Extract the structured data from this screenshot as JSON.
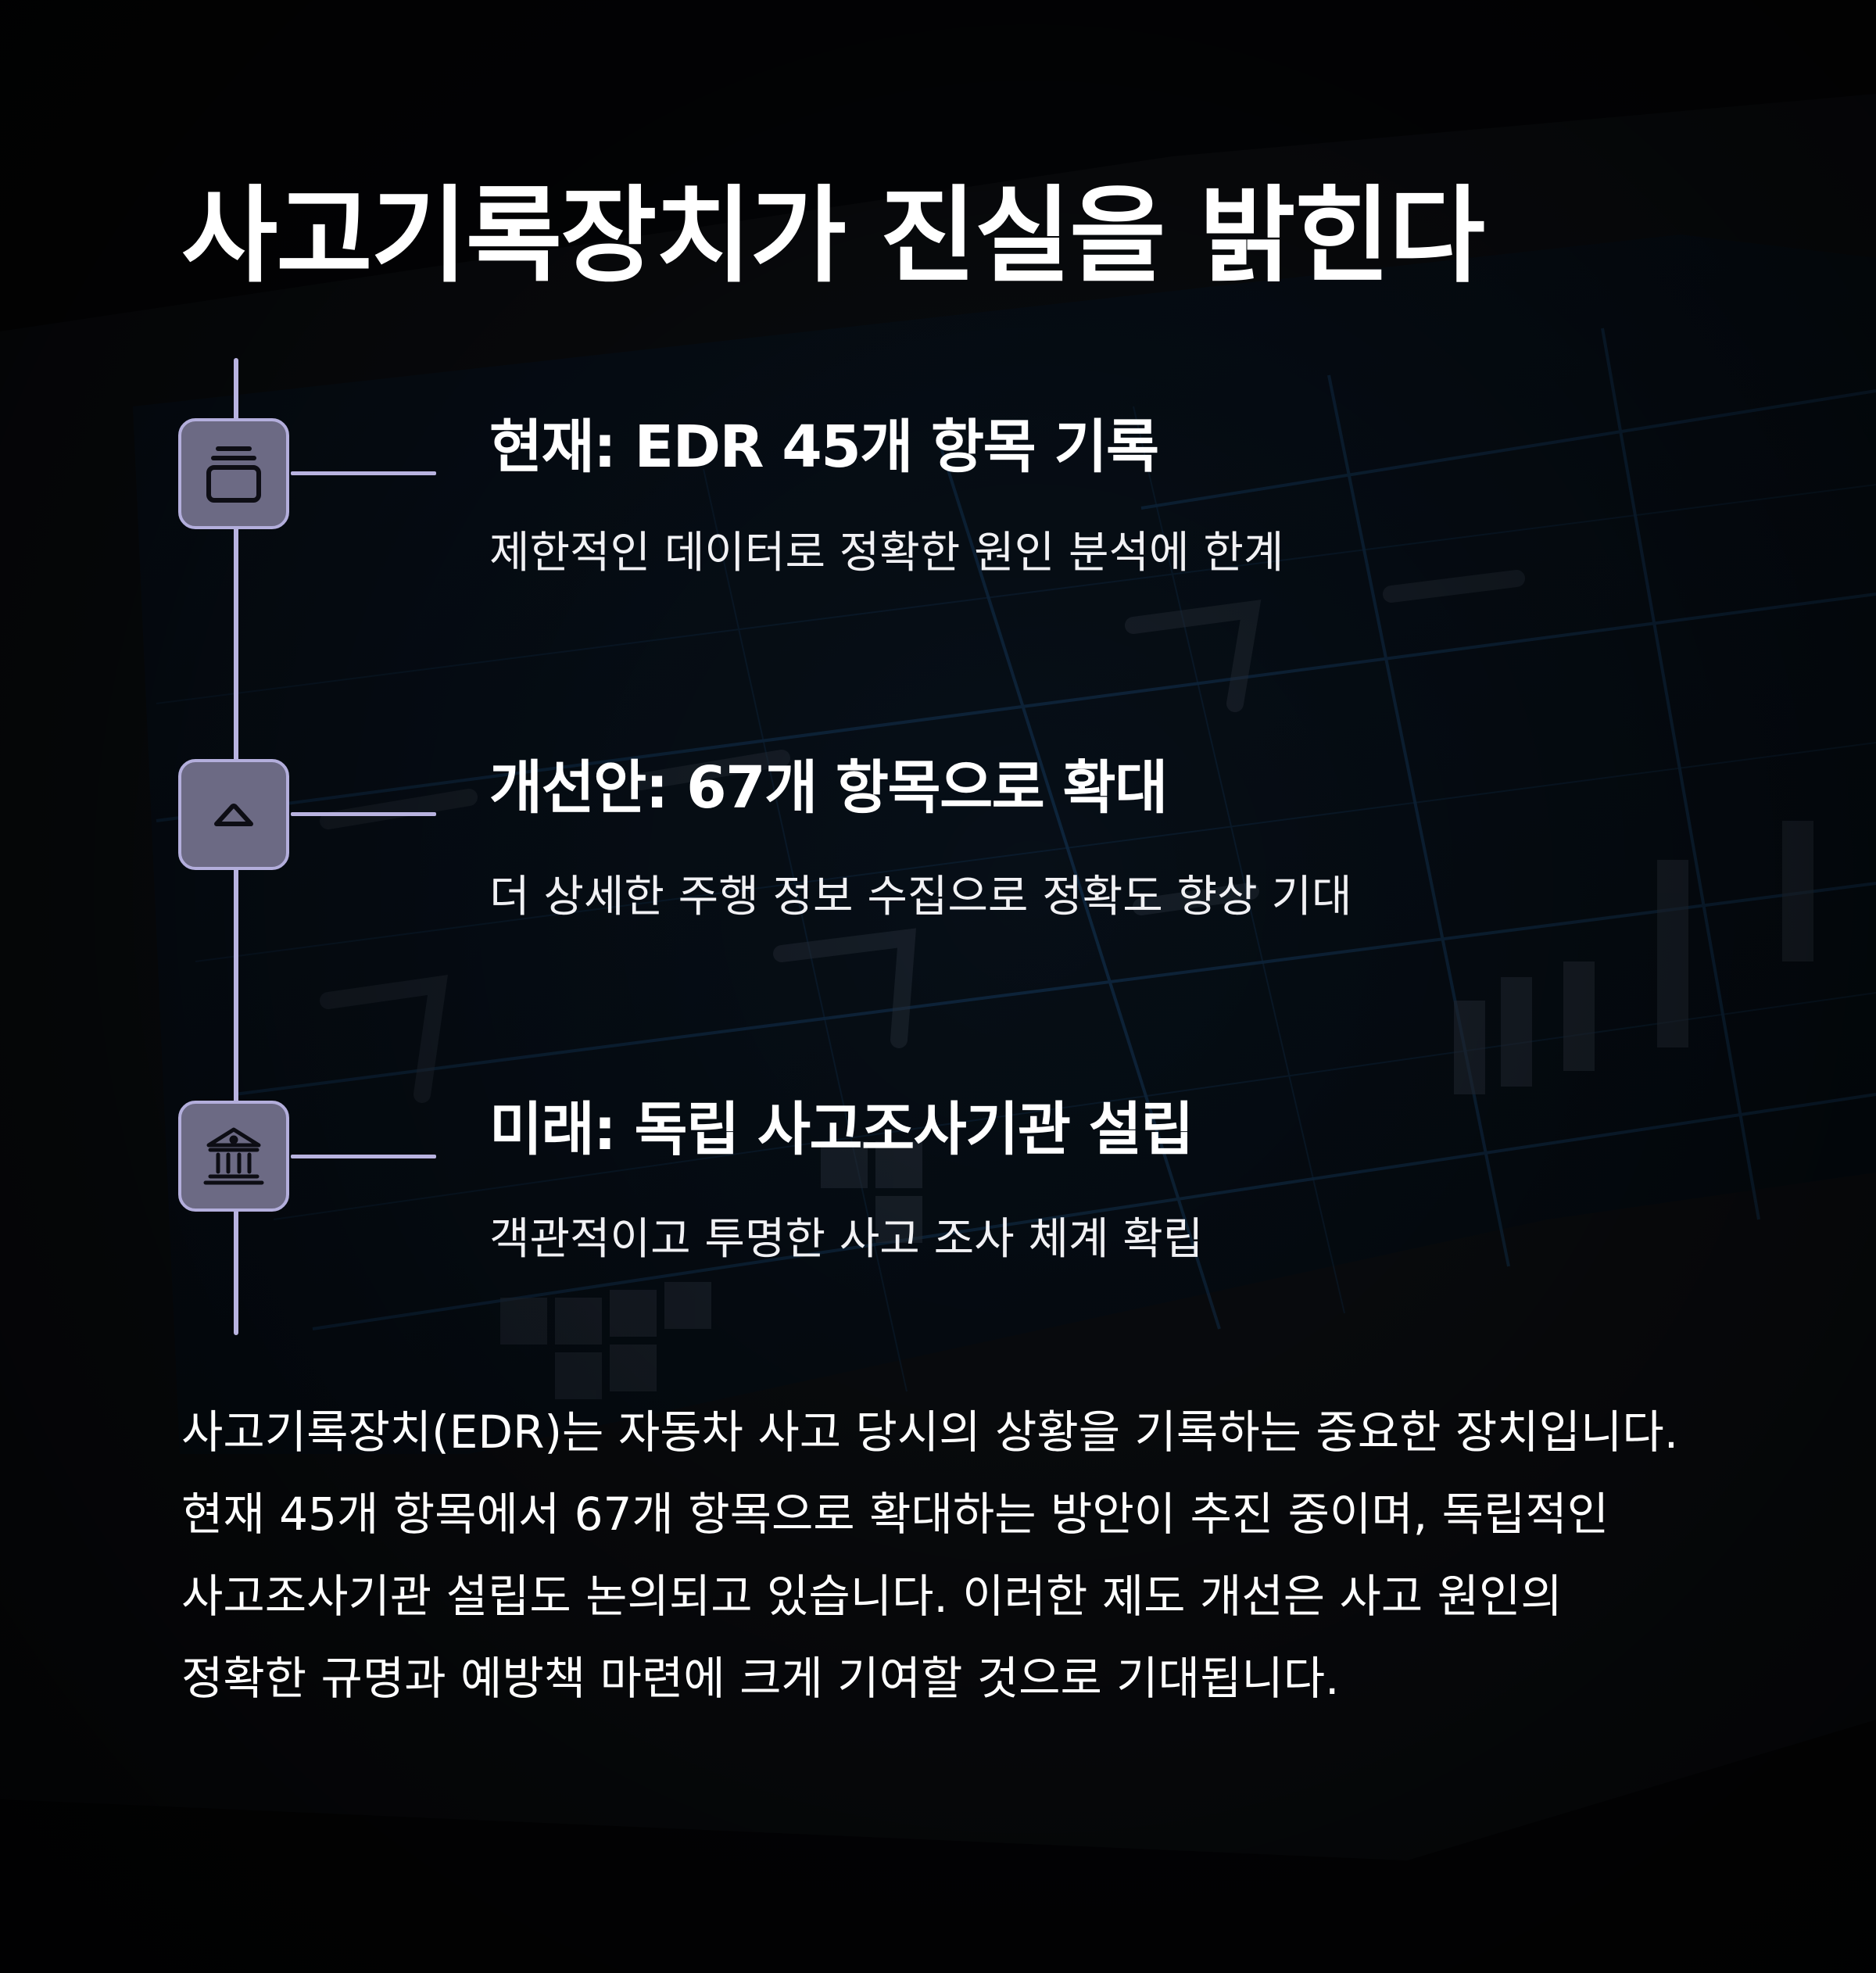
{
  "title": "사고기록장치가 진실을 밝힌다",
  "timeline": {
    "items": [
      {
        "heading": "현재: EDR 45개 항목 기록",
        "description": "제한적인 데이터로 정확한 원인 분석에 한계",
        "icon": "archive-box-icon"
      },
      {
        "heading": "개선안: 67개 항목으로 확대",
        "description": "더 상세한 주행 정보 수집으로 정확도 향상 기대",
        "icon": "chevron-up-icon"
      },
      {
        "heading": "미래: 독립 사고조사기관 설립",
        "description": "객관적이고 투명한 사고 조사 체계 확립",
        "icon": "institution-building-icon"
      }
    ]
  },
  "paragraph": "사고기록장치(EDR)는 자동차 사고 당시의 상황을 기록하는 중요한 장치입니다. 현재 45개 항목에서 67개 항목으로 확대하는 방안이 추진 중이며, 독립적인 사고조사기관 설립도 논의되고 있습니다. 이러한 제도 개선은 사고 원인의 정확한 규명과 예방책 마련에 크게 기여할 것으로 기대됩니다.",
  "colors": {
    "background": "#07080b",
    "accent_line": "#b9b3e0",
    "node_fill": "#6c6a84",
    "text": "#ffffff"
  }
}
